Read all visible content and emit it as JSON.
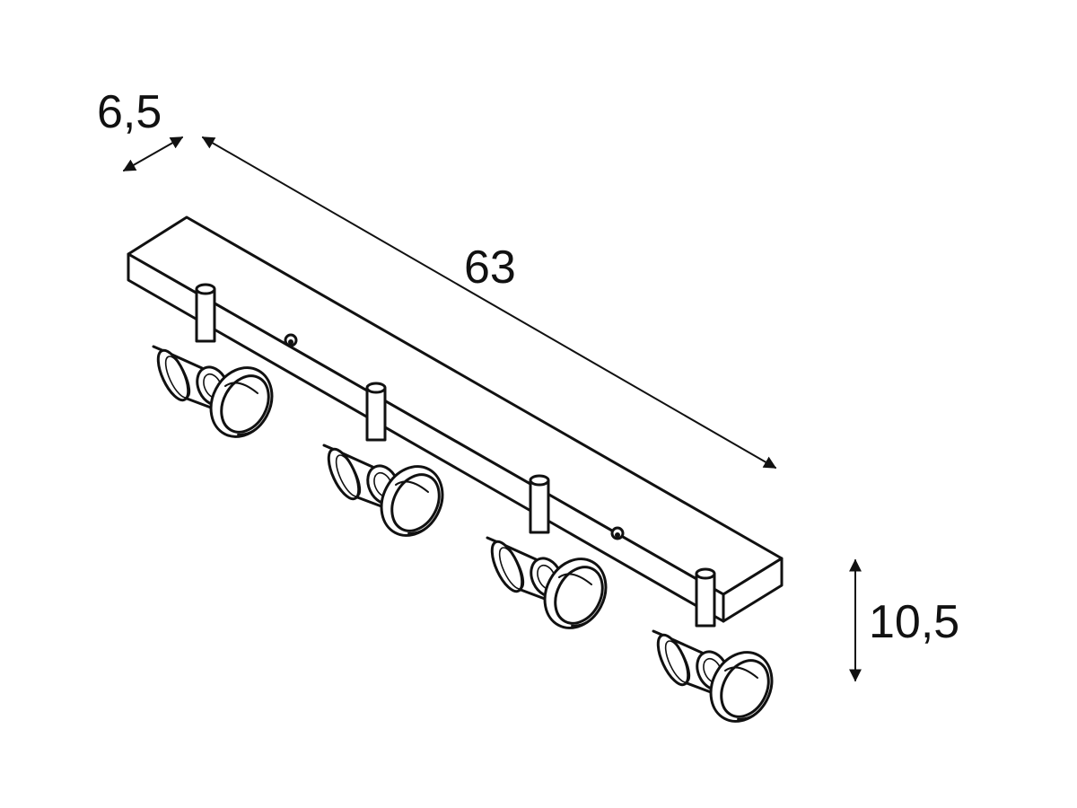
{
  "dimensions": {
    "depth": {
      "label": "6,5"
    },
    "length": {
      "label": "63"
    },
    "height": {
      "label": "10,5"
    }
  },
  "colors": {
    "line": "#111111",
    "background": "#ffffff"
  }
}
